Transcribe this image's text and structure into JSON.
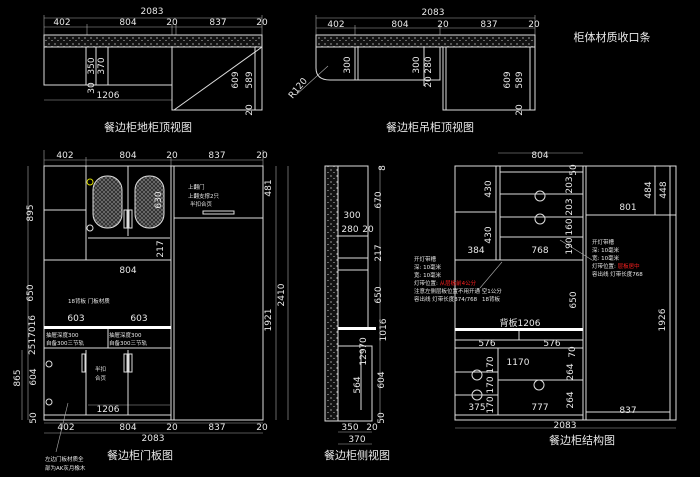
{
  "base_top_view": {
    "title": "餐边柜地柜顶视图",
    "dims": [
      "2083",
      "402",
      "804",
      "20",
      "837",
      "20",
      "350",
      "370",
      "30",
      "1206",
      "609",
      "589",
      "20"
    ]
  },
  "wall_top_view": {
    "title": "餐边柜吊柜顶视图",
    "dims": [
      "2083",
      "402",
      "804",
      "20",
      "837",
      "20",
      "R120",
      "300",
      "300",
      "280",
      "20",
      "609",
      "589",
      "20"
    ]
  },
  "material_label": "柜体材质收口条",
  "door_view": {
    "title": "餐边柜门板图",
    "dims": [
      "402",
      "804",
      "20",
      "837",
      "20",
      "895",
      "650",
      "2517016",
      "865",
      "604",
      "50",
      "481",
      "1921",
      "2410",
      "630",
      "217",
      "804",
      "603",
      "603",
      "1206",
      "402",
      "804",
      "20",
      "837",
      "20",
      "2083"
    ],
    "notes": {
      "flip_door": [
        "上翻门",
        "上翻支撑2只",
        "半扣合页"
      ],
      "back_panel": "18背板 门板材质",
      "drawer_left": [
        "抽屉深度300",
        "自备300三节轨"
      ],
      "drawer_right": [
        "抽屉深度300",
        "自备300三节轨"
      ],
      "hinge": [
        "半扣",
        "合页"
      ],
      "material": [
        "左边门板材质全",
        "部为AK灰月橡木"
      ]
    }
  },
  "side_view": {
    "title": "餐边柜侧视图",
    "dims": [
      "8",
      "670",
      "300",
      "280",
      "20",
      "217",
      "650",
      "1016",
      "70",
      "129",
      "564",
      "604",
      "50",
      "350",
      "20",
      "370"
    ]
  },
  "structure_view": {
    "title": "餐边柜结构图",
    "dims": [
      "804",
      "50",
      "203",
      "203",
      "160",
      "190",
      "430",
      "430",
      "384",
      "768",
      "484",
      "448",
      "801",
      "650",
      "1926",
      "背板1206",
      "576",
      "576",
      "1170",
      "70",
      "264",
      "264",
      "170",
      "170",
      "170",
      "375",
      "777",
      "837",
      "2083",
      "18背板"
    ],
    "left_note": [
      "开灯带槽",
      "深: 10毫米",
      "宽: 10毫米",
      "灯带位置: ",
      "从层板前4公分",
      "注意左侧层板位置不用开通 空1公分",
      "容出线  灯带长度374/768"
    ],
    "right_note": [
      "开灯带槽",
      "深: 10毫米",
      "宽: 10毫米",
      "灯带位置: ",
      "层板居中",
      "容出线  灯带长度768"
    ]
  }
}
